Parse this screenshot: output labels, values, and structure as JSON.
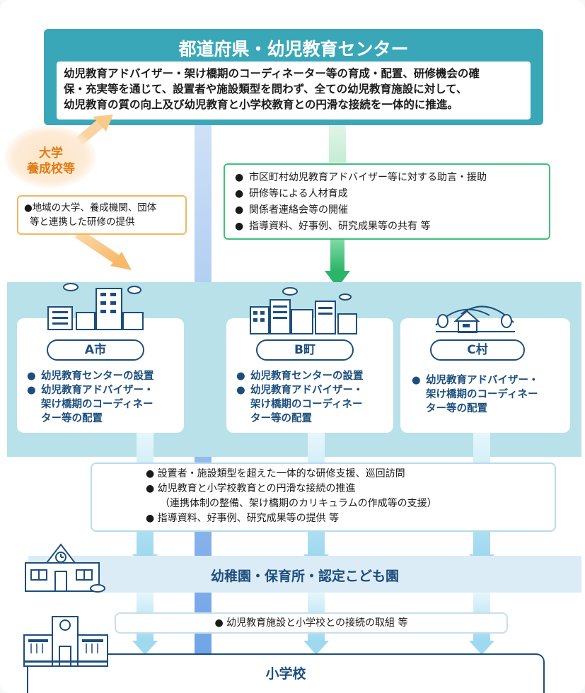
{
  "prefecture": {
    "title": "都道府県・幼児教育センター",
    "desc_lines": [
      "幼児教育アドバイザー・架け橋期のコーディネーター等の育成・配置、研修機会の確",
      "保・充実等を通じて、設置者や施設類型を問わず、全ての幼児教育施設に対して、",
      "幼児教育の質の向上及び幼児教育と小学校教育との円滑な接続を一体的に推進。"
    ]
  },
  "university": {
    "label_lines": [
      "大学",
      "養成校等"
    ],
    "box_lines": [
      "●地域の大学、養成機関、団体",
      "等と連携した研修の提供"
    ]
  },
  "support": {
    "items": [
      "市区町村幼児教育アドバイザー等に対する助言・援助",
      "研修等による人材育成",
      "関係者連絡会等の開催",
      "指導資料、好事例、研究成果等の共有 等"
    ]
  },
  "municipalities": [
    {
      "name": "A市",
      "items": [
        [
          "幼児教育センターの設置"
        ],
        [
          "幼児教育アドバイザー・",
          "架け橋期のコーディネー",
          "ター等の配置"
        ]
      ]
    },
    {
      "name": "B町",
      "items": [
        [
          "幼児教育センターの設置"
        ],
        [
          "幼児教育アドバイザー・",
          "架け橋期のコーディネー",
          "ター等の配置"
        ]
      ]
    },
    {
      "name": "C村",
      "items": [
        [
          "幼児教育アドバイザー・",
          "架け橋期のコーディネー",
          "ター等の配置"
        ]
      ]
    }
  ],
  "lower_support": {
    "lines": [
      "● 設置者・施設類型を超えた一体的な研修支援、巡回訪問",
      "● 幼児教育と小学校教育との円滑な接続の推進",
      "（連携体制の整備、架け橋期のカリキュラムの作成等の支援）",
      "● 指導資料、好事例、研究成果等の提供 等"
    ]
  },
  "kindergarten": {
    "label": "幼稚園・保育所・認定こども園"
  },
  "link": {
    "text": "● 幼児教育施設と小学校との接続の取組 等"
  },
  "school": {
    "label": "小学校"
  },
  "colors": {
    "teal": "#3aa7b9",
    "green": "#3cc27a",
    "orange": "#f3b660",
    "navy": "#1c4e7d",
    "light_blue_arrow": "#9fd9f0",
    "blue_arrow": "#6ea3e6"
  }
}
